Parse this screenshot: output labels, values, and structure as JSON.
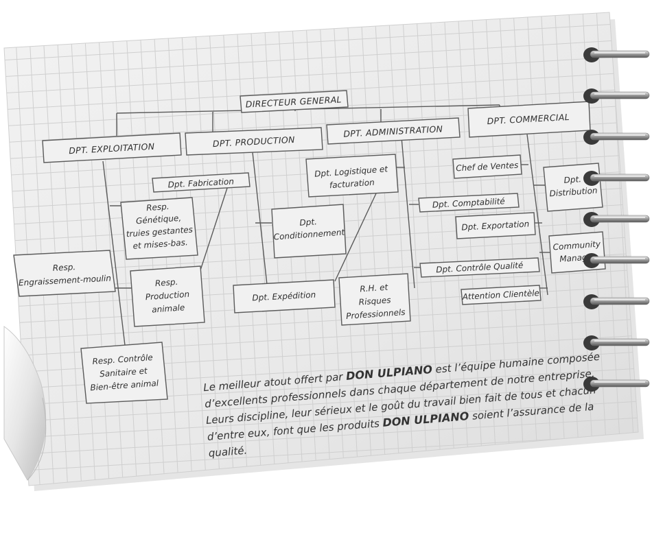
{
  "org": {
    "director": "DIRECTEUR GENERAL",
    "departments": {
      "exploitation": "DPT. EXPLOITATION",
      "production": "DPT. PRODUCTION",
      "administration": "DPT. ADMINISTRATION",
      "commercial": "DPT. COMMERCIAL"
    },
    "units": {
      "fabrication": "Dpt. Fabrication",
      "genetique": [
        "Resp.",
        "Génétique,",
        "truies gestantes",
        "et mises-bas."
      ],
      "engraissement": [
        "Resp.",
        "Engraissement-moulin"
      ],
      "production_animale": [
        "Resp.",
        "Production",
        "animale"
      ],
      "controle_sanitaire": [
        "Resp. Contrôle",
        "Sanitaire et",
        "Bien-être animal"
      ],
      "logistique": [
        "Dpt. Logistique et",
        "facturation"
      ],
      "conditionnement": [
        "Dpt.",
        "Conditionnement"
      ],
      "expedition": "Dpt. Expédition",
      "rh": [
        "R.H. et",
        "Risques",
        "Professionnels"
      ],
      "comptabilite": "Dpt. Comptabilité",
      "exportation": "Dpt. Exportation",
      "controle_qualite": "Dpt. Contrôle Qualité",
      "attention_clientele": "Attention Clientèle",
      "chef_ventes": "Chef de Ventes",
      "distribution": [
        "Dpt.",
        "Distribution"
      ],
      "community": [
        "Community",
        "Manager"
      ]
    }
  },
  "paragraph": {
    "line1_a": "Le meilleur atout offert par ",
    "line1_brand": "DON ULPIANO",
    "line1_b": " est l’équipe humaine composée",
    "line2": "d’excellents professionnels dans chaque département de notre entreprise.",
    "line3": "Leurs discipline, leur sérieux et le goût du travail bien fait de tous et chacun",
    "line4_a": "d’entre eux, font que les produits ",
    "line4_brand": "DON ULPIANO",
    "line4_b": " soient l’assurance de la",
    "line5": "qualité."
  }
}
